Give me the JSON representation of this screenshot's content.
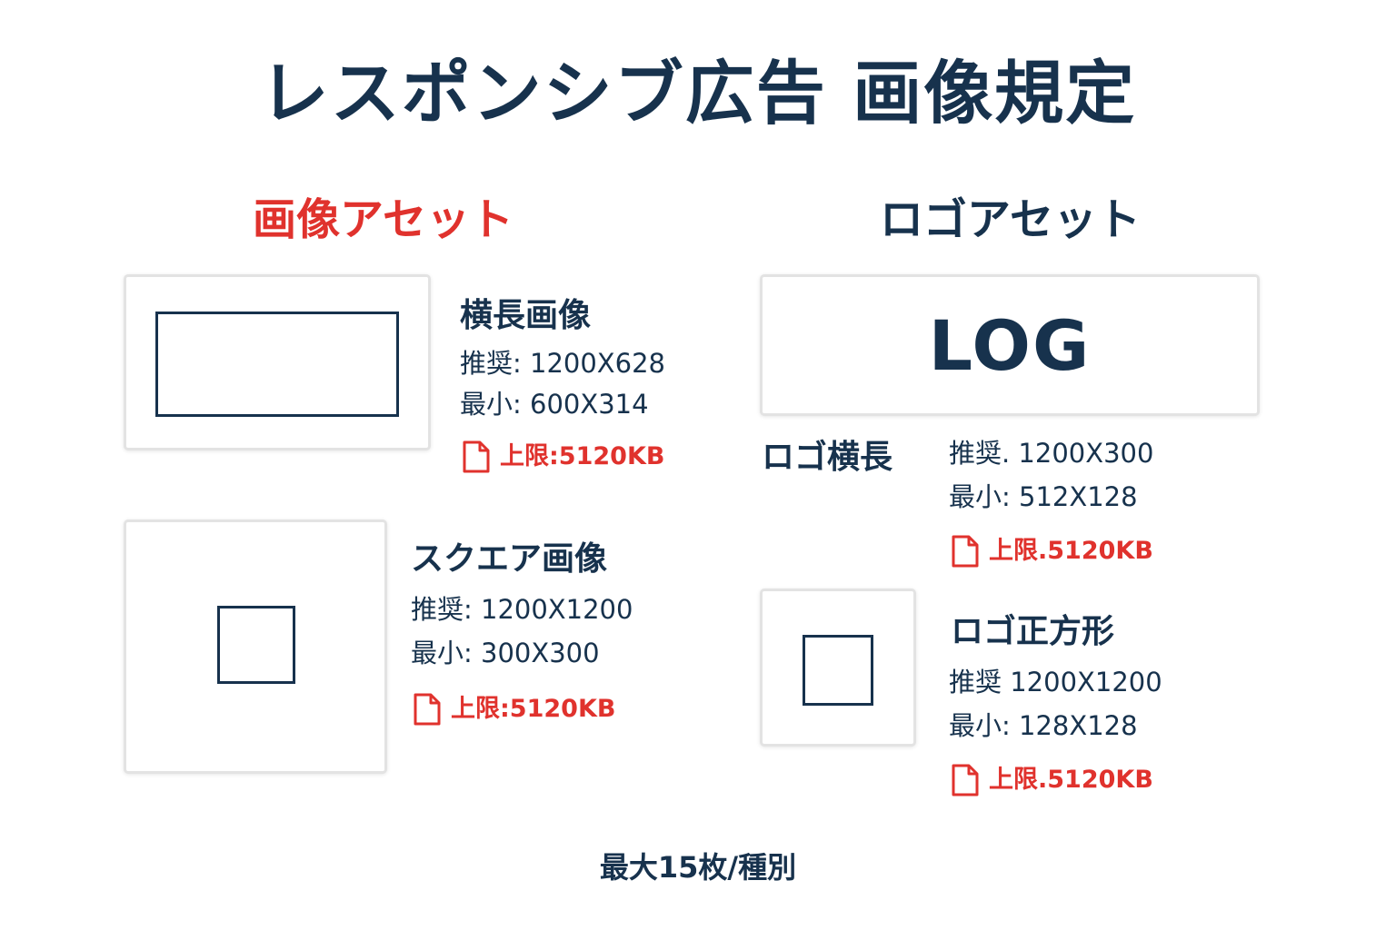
{
  "colors": {
    "navy": "#17324d",
    "red": "#e0322d",
    "border": "#e3e3e3"
  },
  "title": "レスポンシブ広告 画像規定",
  "image_assets": {
    "heading": "画像アセット",
    "landscape": {
      "name": "横長画像",
      "recommended": "推奨: 1200X628",
      "minimum": "最小: 600X314",
      "limit": "上限:5120KB"
    },
    "square": {
      "name": "スクエア画像",
      "recommended": "推奨: 1200X1200",
      "minimum": "最小: 300X300",
      "limit": "上限:5120KB"
    }
  },
  "logo_assets": {
    "heading": "ロゴアセット",
    "preview_text": "LOG",
    "landscape": {
      "name": "ロゴ横長",
      "recommended": "推奨. 1200X300",
      "minimum": "最小: 512X128",
      "limit": "上限.5120KB"
    },
    "square": {
      "name": "ロゴ正方形",
      "recommended": "推奨 1200X1200",
      "minimum": "最小: 128X128",
      "limit": "上限.5120KB"
    }
  },
  "footer": "最大15枚/種別",
  "icons": {
    "limit": "document-icon"
  }
}
